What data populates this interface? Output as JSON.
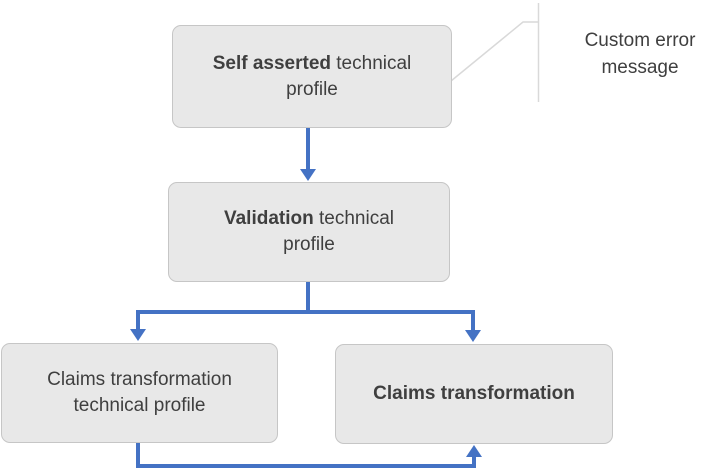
{
  "diagram": {
    "nodes": {
      "self_asserted": {
        "line1_bold": "Self asserted",
        "line1_rest": " technical",
        "line2": "profile"
      },
      "validation": {
        "line1_bold": "Validation",
        "line1_rest": " technical",
        "line2": "profile"
      },
      "claims_tp": {
        "line1": "Claims transformation",
        "line2": "technical profile"
      },
      "claims_transformation": {
        "line1_bold": "Claims transformation"
      }
    },
    "annotation": {
      "text": "Custom error message"
    },
    "colors": {
      "connector_blue": "#4472c4",
      "node_fill": "#e8e8e8",
      "node_border": "#c6c6c6",
      "text": "#3f3f3f",
      "callout_line": "#d9d9d9"
    }
  }
}
